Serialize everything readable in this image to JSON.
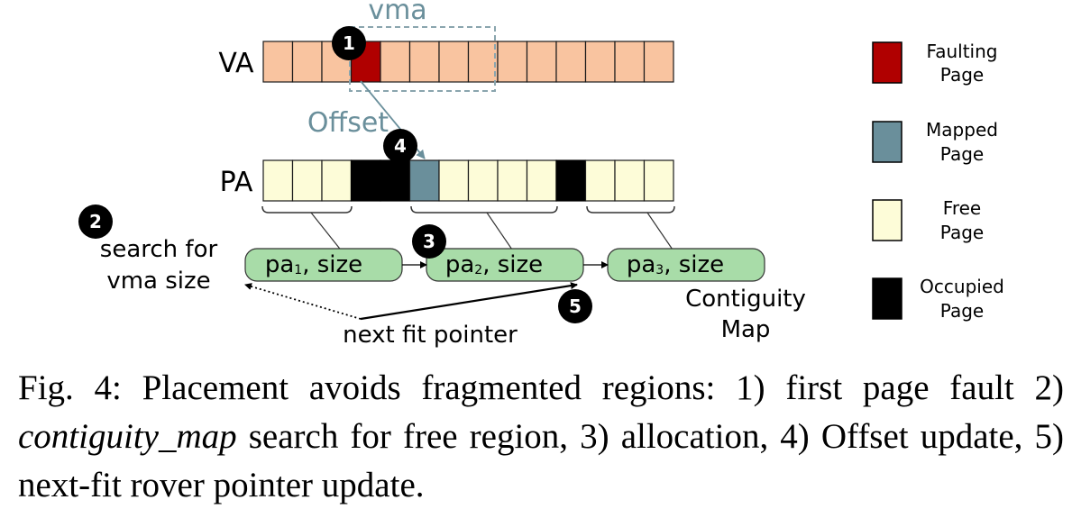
{
  "diagram": {
    "va_label": "VA",
    "pa_label": "PA",
    "vma_label": "vma",
    "offset_label": "Offset",
    "steps": [
      "1",
      "2",
      "3",
      "4",
      "5"
    ],
    "search_label_line1": "search for",
    "search_label_line2": "vma size",
    "next_fit_label": "next fit pointer",
    "contiguity_line1": "Contiguity",
    "contiguity_line2": "Map",
    "map_nodes": [
      {
        "base": "pa",
        "sub": "1",
        "rest": ", size"
      },
      {
        "base": "pa",
        "sub": "2",
        "rest": ", size"
      },
      {
        "base": "pa",
        "sub": "3",
        "rest": ", size"
      }
    ],
    "va_cells": [
      "free",
      "free",
      "free",
      "faulting",
      "free",
      "free",
      "free",
      "free",
      "free",
      "free",
      "free",
      "free",
      "free",
      "free"
    ],
    "pa_cells": [
      "free",
      "free",
      "free",
      "occupied",
      "occupied",
      "mapped",
      "free",
      "free",
      "free",
      "free",
      "occupied",
      "free",
      "free",
      "free"
    ]
  },
  "legend": [
    {
      "kind": "faulting",
      "line1": "Faulting",
      "line2": "Page"
    },
    {
      "kind": "mapped",
      "line1": "Mapped",
      "line2": "Page"
    },
    {
      "kind": "free",
      "line1": "Free",
      "line2": "Page"
    },
    {
      "kind": "occupied",
      "line1": "Occupied",
      "line2": "Page"
    }
  ],
  "colors": {
    "va_page": "#f9c4a0",
    "faulting": "#b00000",
    "mapped": "#6a8f9b",
    "free": "#fdfcd8",
    "occupied": "#000000",
    "map_node": "#a8dca8",
    "vma_accent": "#6a8f9b"
  },
  "caption": {
    "prefix": "Fig. 4: Placement avoids fragmented regions: 1) first page fault 2) ",
    "italic": "contiguity_map",
    "suffix": " search for free region, 3) allocation, 4) Offset update, 5) next-fit rover pointer update."
  }
}
